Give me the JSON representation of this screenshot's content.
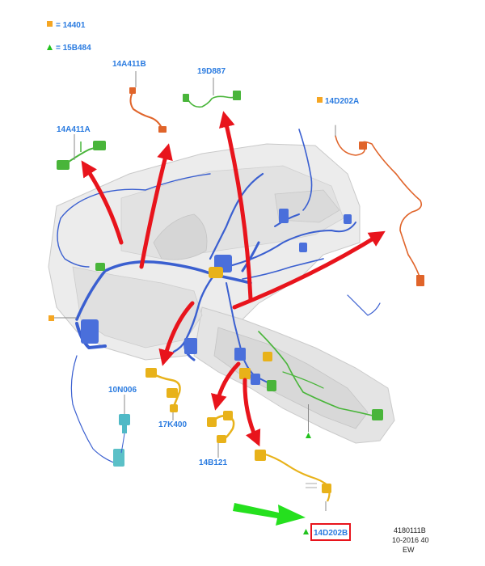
{
  "legend": [
    {
      "symbol": "square",
      "symbol_color": "#f5a623",
      "text": "= 14401"
    },
    {
      "symbol": "triangle",
      "symbol_color": "#22c21e",
      "text": "= 15B484"
    }
  ],
  "callouts": {
    "c14A411B": "14A411B",
    "c19D887": "19D887",
    "c14D202A_top": "14D202A",
    "c14A411A": "14A411A",
    "c10N006": "10N006",
    "c17K400": "17K400",
    "c14B121": "14B121",
    "c14D202B": "14D202B"
  },
  "reference": {
    "line1": "4180111B",
    "line2": "10-2016 40",
    "line3": "EW"
  },
  "colors": {
    "callout_text": "#2a7be0",
    "arrow_red": "#e8141c",
    "arrow_green": "#25e01e",
    "highlight_box": "#e8141c",
    "harness_blue": "#3a5fd0",
    "harness_green": "#49b53a",
    "harness_orange": "#e0642a",
    "harness_yellow": "#e8b21a",
    "dash_gray": "#d4d4d4"
  }
}
